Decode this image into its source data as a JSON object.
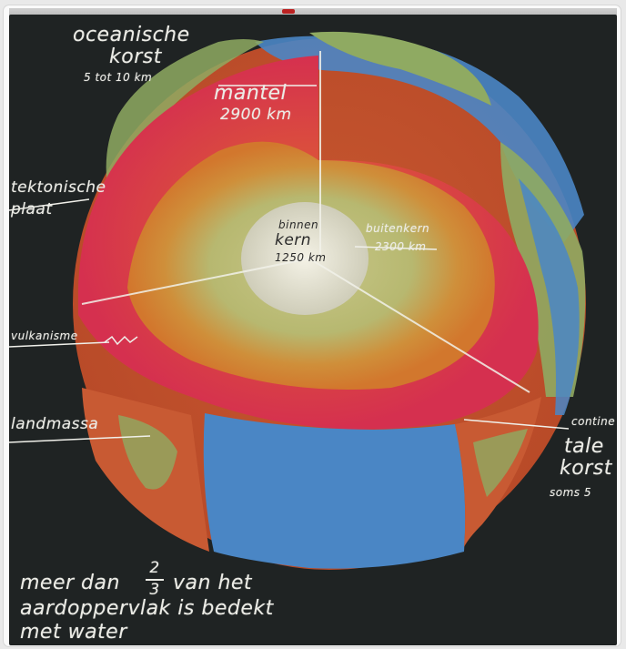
{
  "labels": {
    "oceanic_crust_1": "oceanische",
    "oceanic_crust_2": "korst",
    "oceanic_crust_3": "5 tot 10 km",
    "mantle_1": "mantel",
    "mantle_2": "2900 km",
    "tectonic_1": "tektonische",
    "tectonic_2": "plaat",
    "volcanic": "vulkanisme",
    "landmass": "landmassa",
    "core_1": "binnen",
    "core_2": "kern",
    "core_3": "1250 km",
    "outer_core_1": "buitenkern",
    "outer_core_2": "2300 km",
    "continental_1": "contine",
    "continental_2": "tale",
    "continental_3": "korst",
    "continental_4": "soms 5",
    "bottom_1a": "meer dan",
    "frac_num": "2",
    "frac_den": "3",
    "bottom_1b": "van het",
    "bottom_2": "aardoppervlak is bedekt",
    "bottom_3": "met water"
  },
  "colors": {
    "board": "#1f2323",
    "ocean": "#4a86c5",
    "land": "#8faa62",
    "crust_orange": "#c9582f",
    "mantle_pink": "#d8325a",
    "outer_core_orange": "#d4862f",
    "outer_core_green": "#b9b979",
    "inner_core": "#e9e7d8"
  }
}
